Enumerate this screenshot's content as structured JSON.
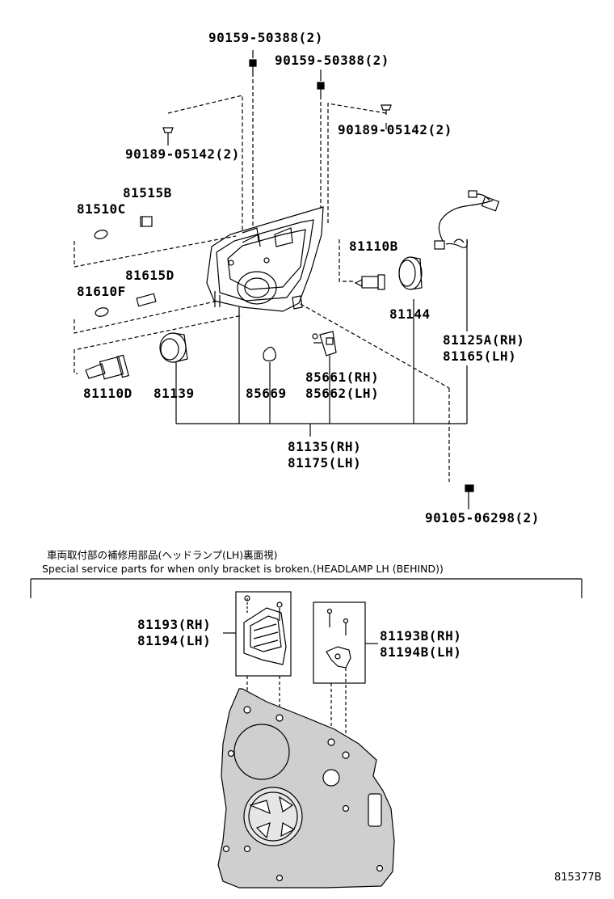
{
  "parts": {
    "bolt_upper_left": "90159-50388(2)",
    "bolt_upper_right": "90159-50388(2)",
    "clip_left": "90189-05142(2)",
    "clip_right": "90189-05142(2)",
    "socket_81515b": "81515B",
    "bulb_81510c": "81510C",
    "socket_81615d": "81615D",
    "bulb_81610f": "81610F",
    "bulb_81110b": "81110B",
    "cover_81144": "81144",
    "wire_rh": "81125A(RH)",
    "wire_lh": "81165(LH)",
    "bulb_81110d": "81110D",
    "cover_81139": "81139",
    "gasket_85669": "85669",
    "actuator_rh": "85661(RH)",
    "actuator_lh": "85662(LH)",
    "assy_rh": "81135(RH)",
    "assy_lh": "81175(LH)",
    "screw_bottom": "90105-06298(2)",
    "bracket_a_rh": "81193(RH)",
    "bracket_a_lh": "81194(LH)",
    "bracket_b_rh": "81193B(RH)",
    "bracket_b_lh": "81194B(LH)"
  },
  "note": {
    "japanese": "車両取付部の補修用部品(ヘッドランプ(LH)裏面視)",
    "english": "Special service parts for when only bracket is broken.(HEADLAMP LH (BEHIND))"
  },
  "figure_id": "815377B"
}
